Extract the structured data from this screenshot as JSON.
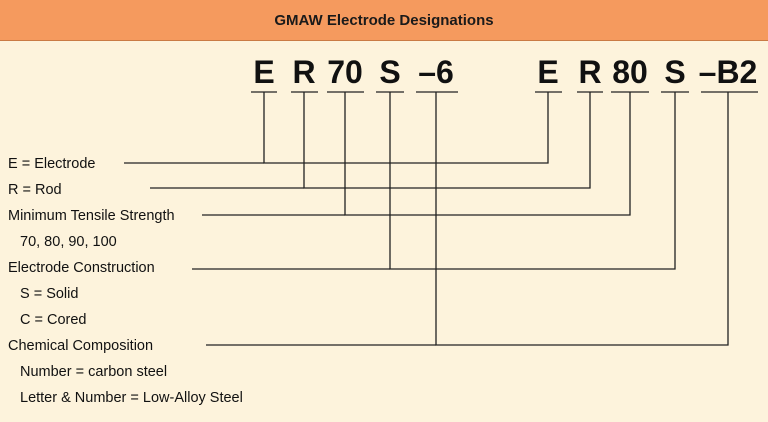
{
  "header": {
    "title": "GMAW Electrode Designations"
  },
  "designations": {
    "left": {
      "e": "E",
      "r": "R",
      "strength": "70",
      "construction": "S",
      "composition": "–6"
    },
    "right": {
      "e": "E",
      "r": "R",
      "strength": "80",
      "construction": "S",
      "composition": "–B2"
    }
  },
  "legend": {
    "electrode": "E = Electrode",
    "rod": "R = Rod",
    "tensile_title": "Minimum Tensile Strength",
    "tensile_values": "70, 80, 90, 100",
    "construction_title": "Electrode Construction",
    "solid": "S = Solid",
    "cored": "C = Cored",
    "composition_title": "Chemical Composition",
    "number": "Number = carbon steel",
    "letter_number": "Letter & Number = Low-Alloy Steel"
  }
}
